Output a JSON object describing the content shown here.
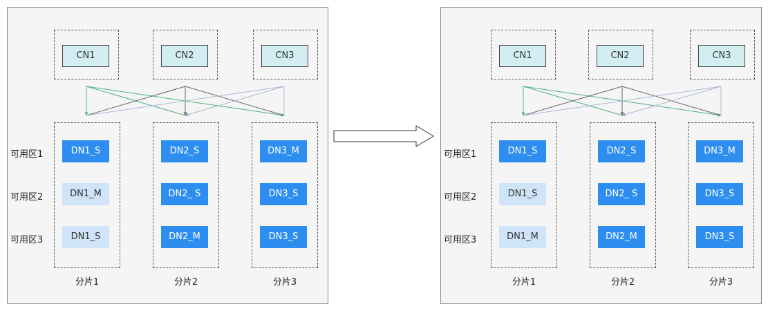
{
  "colors": {
    "panel_bg": "#f5f5f5",
    "cn_fill": "#d3eef2",
    "dn_active": "#2d8ef0",
    "dn_idle": "#d0e4f7",
    "link_green": "#4caf86",
    "link_gray": "#666666",
    "link_blue": "#a9b6d6"
  },
  "panels": [
    {
      "cn": [
        "CN1",
        "CN2",
        "CN3"
      ],
      "zones": [
        "可用区1",
        "可用区2",
        "可用区3"
      ],
      "shards": [
        {
          "label": "分片1",
          "dns": [
            {
              "text": "DN1_S",
              "state": "active"
            },
            {
              "text": "DN1_M",
              "state": "idle"
            },
            {
              "text": "DN1_S",
              "state": "idle"
            }
          ]
        },
        {
          "label": "分片2",
          "dns": [
            {
              "text": "DN2_S",
              "state": "active"
            },
            {
              "text": "DN2_ S",
              "state": "active"
            },
            {
              "text": "DN2_M",
              "state": "active"
            }
          ]
        },
        {
          "label": "分片3",
          "dns": [
            {
              "text": "DN3_M",
              "state": "active"
            },
            {
              "text": "DN3_S",
              "state": "active"
            },
            {
              "text": "DN3_S",
              "state": "active"
            }
          ]
        }
      ]
    },
    {
      "cn": [
        "CN1",
        "CN2",
        "CN3"
      ],
      "zones": [
        "可用区1",
        "可用区2",
        "可用区3"
      ],
      "shards": [
        {
          "label": "分片1",
          "dns": [
            {
              "text": "DN1_S",
              "state": "active"
            },
            {
              "text": "DN1_S",
              "state": "idle"
            },
            {
              "text": "DN1_M",
              "state": "idle"
            }
          ]
        },
        {
          "label": "分片2",
          "dns": [
            {
              "text": "DN2_S",
              "state": "active"
            },
            {
              "text": "DN2_ S",
              "state": "active"
            },
            {
              "text": "DN2_M",
              "state": "active"
            }
          ]
        },
        {
          "label": "分片3",
          "dns": [
            {
              "text": "DN3_M",
              "state": "active"
            },
            {
              "text": "DN3_S",
              "state": "active"
            },
            {
              "text": "DN3_S",
              "state": "active"
            }
          ]
        }
      ]
    }
  ]
}
